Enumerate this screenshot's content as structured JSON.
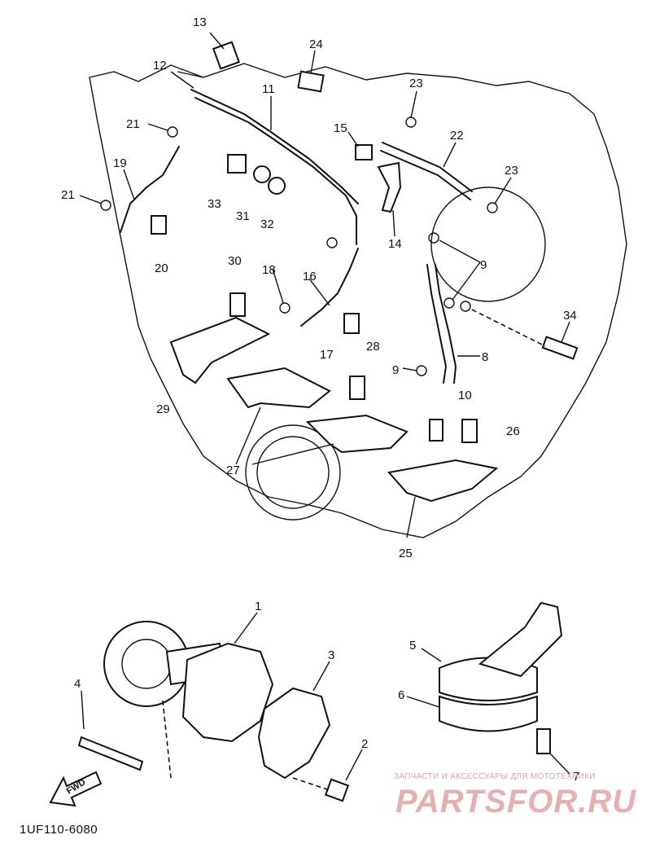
{
  "callouts": [
    {
      "id": "c13",
      "text": "13"
    },
    {
      "id": "c24",
      "text": "24"
    },
    {
      "id": "c12",
      "text": "12"
    },
    {
      "id": "c11",
      "text": "11"
    },
    {
      "id": "c23a",
      "text": "23"
    },
    {
      "id": "c21a",
      "text": "21"
    },
    {
      "id": "c15",
      "text": "15"
    },
    {
      "id": "c22",
      "text": "22"
    },
    {
      "id": "c19",
      "text": "19"
    },
    {
      "id": "c23b",
      "text": "23"
    },
    {
      "id": "c21b",
      "text": "21"
    },
    {
      "id": "c33",
      "text": "33"
    },
    {
      "id": "c31",
      "text": "31"
    },
    {
      "id": "c32",
      "text": "32"
    },
    {
      "id": "c14",
      "text": "14"
    },
    {
      "id": "c20",
      "text": "20"
    },
    {
      "id": "c9a",
      "text": "9"
    },
    {
      "id": "c30",
      "text": "30"
    },
    {
      "id": "c18",
      "text": "18"
    },
    {
      "id": "c16",
      "text": "16"
    },
    {
      "id": "c34",
      "text": "34"
    },
    {
      "id": "c17",
      "text": "17"
    },
    {
      "id": "c28",
      "text": "28"
    },
    {
      "id": "c8",
      "text": "8"
    },
    {
      "id": "c9b",
      "text": "9"
    },
    {
      "id": "c29",
      "text": "29"
    },
    {
      "id": "c10",
      "text": "10"
    },
    {
      "id": "c26",
      "text": "26"
    },
    {
      "id": "c27",
      "text": "27"
    },
    {
      "id": "c25",
      "text": "25"
    },
    {
      "id": "c1",
      "text": "1"
    },
    {
      "id": "c3",
      "text": "3"
    },
    {
      "id": "c5",
      "text": "5"
    },
    {
      "id": "c4",
      "text": "4"
    },
    {
      "id": "c6",
      "text": "6"
    },
    {
      "id": "c2",
      "text": "2"
    },
    {
      "id": "c7",
      "text": "7"
    }
  ],
  "diagram_code": "1UF110-6080",
  "fwd_label": "FWD",
  "watermark": {
    "tagline": "ЗАПЧАСТИ И АКСЕССУАРЫ ДЛЯ МОТОТЕХНИКИ",
    "logo": "PARTSFOR.RU"
  }
}
